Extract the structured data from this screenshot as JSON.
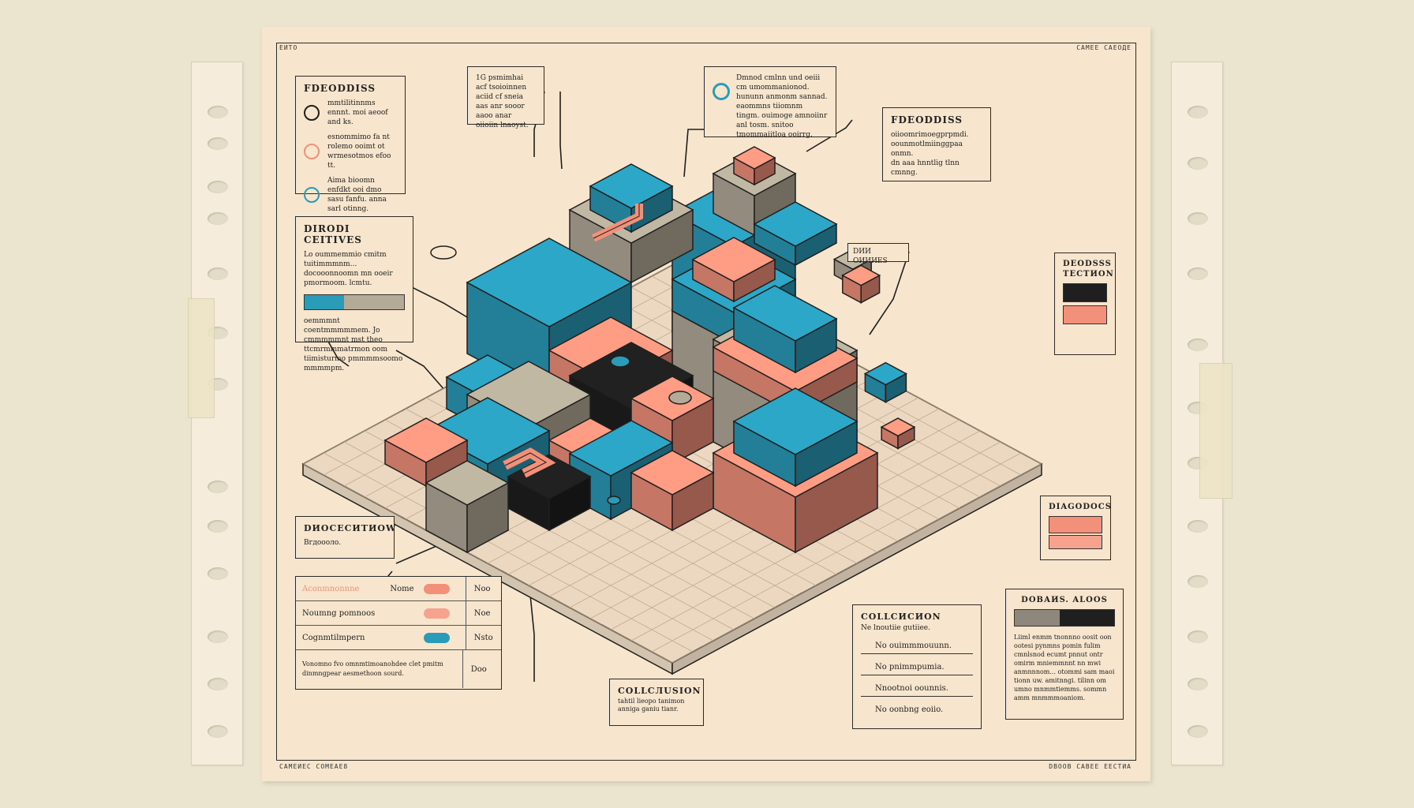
{
  "colors": {
    "paper": "#f7e6cd",
    "teal": "#2a9bb8",
    "coral": "#f2907a",
    "taupe": "#b3aa98",
    "ink": "#1f1f1f",
    "grid": "#ecd8c0"
  },
  "sheet": {
    "corner_top_left": "ЕИТО",
    "corner_top_right": "CАМЕЕ CАЕОДЕ",
    "corner_bottom_left": "CАМЕИЕС CОМЕАЕ8",
    "corner_bottom_right": "DВООВ САВЕЕ ЕЕСТИА"
  },
  "panels": {
    "features_legend": {
      "title": "FDEODDISS",
      "items": [
        {
          "text": "mmtilitinnms ennnt. moi aeoof and ks."
        },
        {
          "text": "esnommimo fa nt rolemo ooimt ot wrmesotmos efoo tt."
        },
        {
          "text": "Aima bioomn enfdkt ooi dmo sasu fanfu. anna sarl otinng."
        }
      ]
    },
    "directives": {
      "title": "DIRODI CEITIVES",
      "text_top": "Lo oummemmio cmitm tuitimmmnm... docooonnoomn mn ooeir pmormoom. lcmtu.",
      "text_bottom": "oemmmnt coentmmmmmem. Jo cmmmmmnt mst theo ttcmrmmmatrmon oom tiimisturmo pmmmmsoomo mmmmpm."
    },
    "notes_top": {
      "text": "1G psmimhai acf tsoioinnen aciid cf sneia aas anr sooor aaoo anar oiioiin lnaoyst."
    },
    "notes_center": {
      "text": "Dmnod cmlnn und oeiii cm umommanionod. hununn anmonm sannad. eaommns tiiomnm tingm. ouimoge amnoiinr anl tosm. snitoo tmommaiitloa ooirrg."
    },
    "features_right": {
      "title": "FDEODDISS",
      "items": [
        {
          "text": "oiioomrimoegprpmdi."
        },
        {
          "text": "oounmotlmiinggpaa onmn."
        },
        {
          "text": "dn aaa hnntlig tlnn cmnng."
        }
      ]
    },
    "small_tag": {
      "text": "DИИ ОИИИES"
    },
    "section_key": {
      "title": "DEОDSSS",
      "subtitle": "ТЕСТИОN"
    },
    "introduction": {
      "title": "DИОСЕСИТИОW",
      "text": "Вгдоооло."
    },
    "assignments": {
      "rows": [
        {
          "label": "Aconmnonnne",
          "value": "Nome",
          "note": "Noo"
        },
        {
          "label": "Noumng pomnoos",
          "value": "",
          "note": "Noe"
        },
        {
          "label": "Cognmtilmpern",
          "value": "",
          "note": "Nsto"
        }
      ],
      "footer": {
        "label": "Vonomno fvo omnmtimoanohdee clet pmitm dinmngpear aesmethoon sourd.",
        "note": "Doo"
      }
    },
    "conclusion_mid": {
      "title": "COLLCИСИОN",
      "subtitle": "Ne lnoutiie gutiiee.",
      "items": [
        {
          "text": "No ouimmmouunn."
        },
        {
          "text": "No pnimmpumia."
        },
        {
          "text": "Nnootnoi oounnis."
        },
        {
          "text": "No oonbng eoiio."
        }
      ]
    },
    "conclusion_bottom": {
      "title": "COLLCЛUSION",
      "text": "tahtil lieopo tanimon anniga ganiu tianr."
    },
    "diagnosis": {
      "title": "DIAGОDOCS"
    },
    "doubts_log": {
      "title": "DОВАИS. ALOOS",
      "text": "Liiml enmm tnonnno oosit oon ootesi pynmns pomin fulim cmnlsnod ecumt pnnut ontr omirm mniemmnnt nn mwi anmnnnom... otommi sam maoi tionn uw. amitnngi. tilinn om umno mnmmtiemms. sommn amm mnmmmoaniom."
    }
  }
}
